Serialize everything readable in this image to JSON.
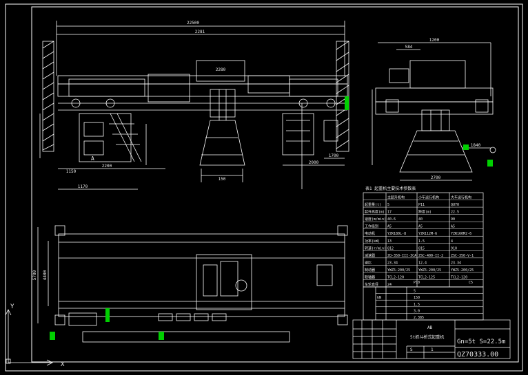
{
  "drawing": {
    "background": "#000000",
    "line_color": "#ffffff",
    "accent_green": "#00d000",
    "dims": {
      "span_top": "22500",
      "span_inner": "2281",
      "trolley_gauge": "2280",
      "cab_width": "2200",
      "cab_offset": "1150",
      "cab_total": "1170",
      "right_offset": "2000",
      "hoist_height": "1700",
      "side_top": "584",
      "side_total": "1200",
      "wheel_base": "5700",
      "rail_gauge": "4400",
      "grab_dim": "1840",
      "grab_width": "2700",
      "bottom_dim": "150"
    },
    "cab_label": "A",
    "table_title": "表1  起重机主要技术参数表",
    "param_table": {
      "headers": [
        "主起升机构",
        "小车运行机构",
        "大车运行机构"
      ],
      "rows": [
        [
          "起重量(t)",
          "5",
          "P11",
          "QU70"
        ],
        [
          "起升高度(m)",
          "17",
          "跨度(m)",
          "22.5"
        ],
        [
          "速度(m/min)",
          "40.6",
          "40",
          "90"
        ],
        [
          "工作级别",
          "A5",
          "A5",
          "A5"
        ],
        [
          "电动机",
          "YZR180L-8",
          "YZR112M-6",
          "YZR160M2-6"
        ],
        [
          "功率(kW)",
          "13",
          "1.5",
          "4"
        ],
        [
          "转速(r/min)",
          "812",
          "815",
          "910"
        ],
        [
          "减速器",
          "ZQ-350-III-3CA",
          "ZSC-400-II-2",
          "ZSC-350-V-1"
        ],
        [
          "速比",
          "23.34",
          "12.4",
          "23.34"
        ],
        [
          "制动器",
          "YWZ5-200/25",
          "YWZ5-200/25",
          "YWZ5-200/25"
        ],
        [
          "联轴器",
          "TCL2-120",
          "TCL2-125",
          "TCL2-120"
        ],
        [
          "车轮直径",
          "24",
          "",
          ""
        ]
      ],
      "summary_rows": [
        [
          "",
          "",
          "5"
        ],
        [
          "kN",
          "",
          "150"
        ],
        [
          "",
          "",
          "1.5"
        ],
        [
          "",
          "",
          "3.0"
        ],
        [
          "",
          "",
          "2.385"
        ]
      ],
      "footer_cells": [
        "",
        "P10",
        "",
        "C5"
      ]
    },
    "title_block": {
      "drawing_name": "5t抓斗桥式起重机",
      "org": "AB",
      "spec": "Gn=5t  S=22.5m",
      "drawing_number": "QZ70333.00",
      "scale_cell": "S",
      "sheet_cell": "1"
    },
    "ucs": {
      "y_label": "Y",
      "x_label": "X"
    }
  }
}
